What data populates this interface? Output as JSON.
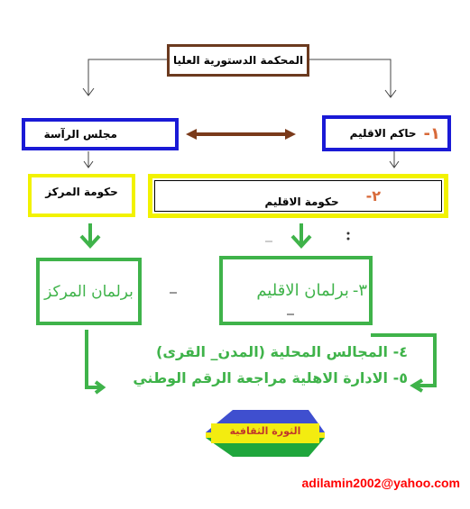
{
  "diagram": {
    "supreme_court": "المحكمة الدستورية العليا",
    "presidency_council": "مجلس الرآسة",
    "region_governor": "حاكم الاقليم",
    "region_governor_num": "١-",
    "center_government": "حكومة المركز",
    "region_government": "حكومة الاقليم",
    "region_government_num": "٢-",
    "center_parliament": "برلمان المركز",
    "region_parliament": "برلمان الاقليم",
    "region_parliament_num": "٣-",
    "local_councils": "٤- المجالس المحلية (المدن_ القرى)",
    "civil_admin": "٥- الادارة الاهلية مراجعة الرقم الوطني",
    "cultural_revolution": "الثورة الثقافية",
    "email": "adilamin2002@yahoo.com"
  },
  "colors": {
    "brown": "#6b3a1f",
    "blue": "#1a1ad6",
    "yellow": "#f2f200",
    "green": "#3fb34a",
    "orange": "#d86a3a",
    "red_text": "#ff0000",
    "hex_blue": "#3f4fcf",
    "hex_yellow": "#f3ec10",
    "hex_green": "#1fa63c"
  }
}
